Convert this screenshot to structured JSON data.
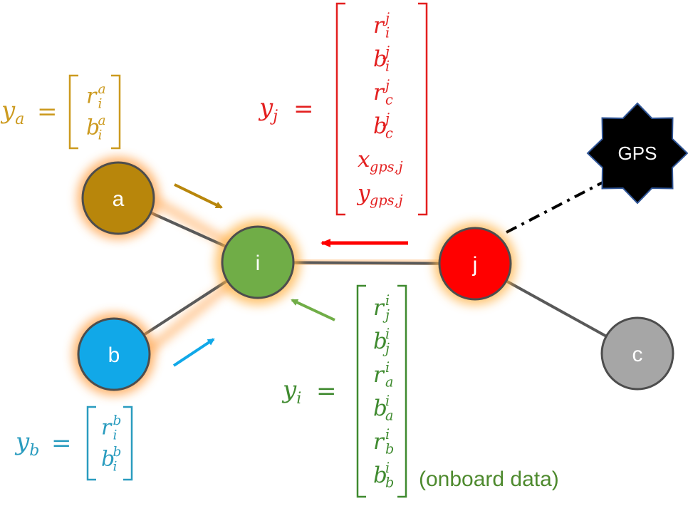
{
  "colors": {
    "a": "#b8860b",
    "b": "#11a8e8",
    "i": "#70ad47",
    "j": "#ff0000",
    "c": "#a6a6a6",
    "a_text": "#cc9a1f",
    "b_text": "#2a9cbf",
    "i_text": "#3f8a2f",
    "j_text": "#e31f1f",
    "edge": "#595959",
    "glow": "#ff9f43",
    "gps": "#000000",
    "gps_border": "#2f5597"
  },
  "nodes": {
    "a": "a",
    "b": "b",
    "i": "i",
    "j": "j",
    "c": "c",
    "gps": "GPS"
  },
  "vectors": {
    "y_a": {
      "var": "y",
      "sub": "a",
      "eq": "=",
      "entries": [
        {
          "base": "r",
          "sup": "a",
          "sub": "i"
        },
        {
          "base": "b",
          "sup": "a",
          "sub": "i"
        }
      ]
    },
    "y_b": {
      "var": "y",
      "sub": "b",
      "eq": "=",
      "entries": [
        {
          "base": "r",
          "sup": "b",
          "sub": "i"
        },
        {
          "base": "b",
          "sup": "b",
          "sub": "i"
        }
      ]
    },
    "y_j": {
      "var": "y",
      "sub": "j",
      "eq": "=",
      "entries": [
        {
          "base": "r",
          "sup": "j",
          "sub": "i"
        },
        {
          "base": "b",
          "sup": "j",
          "sub": "i"
        },
        {
          "base": "r",
          "sup": "j",
          "sub": "c"
        },
        {
          "base": "b",
          "sup": "j",
          "sub": "c"
        },
        {
          "base": "x",
          "sup": "",
          "sub": "gps,j"
        },
        {
          "base": "y",
          "sup": "",
          "sub": "gps,j"
        }
      ]
    },
    "y_i": {
      "var": "y",
      "sub": "i",
      "eq": "=",
      "entries": [
        {
          "base": "r",
          "sup": "i",
          "sub": "j"
        },
        {
          "base": "b",
          "sup": "i",
          "sub": "j"
        },
        {
          "base": "r",
          "sup": "i",
          "sub": "a"
        },
        {
          "base": "b",
          "sup": "i",
          "sub": "a"
        },
        {
          "base": "r",
          "sup": "i",
          "sub": "b"
        },
        {
          "base": "b",
          "sup": "i",
          "sub": "b"
        }
      ]
    }
  },
  "onboard_note": "(onboard data)"
}
